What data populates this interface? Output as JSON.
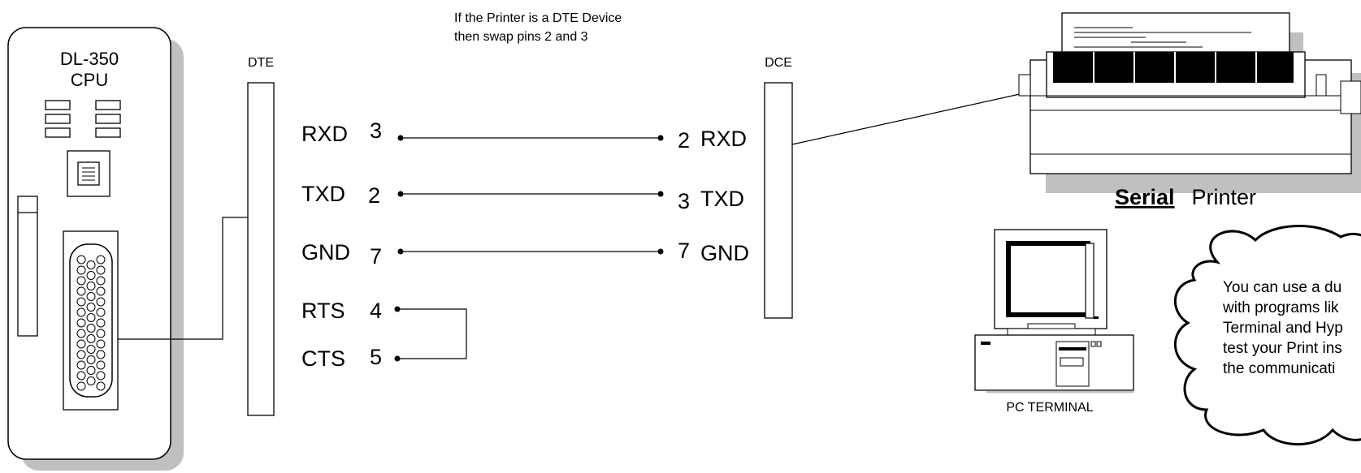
{
  "note": {
    "line1": "If the Printer is a DTE Device",
    "line2": "then swap pins 2 and  3"
  },
  "cpu": {
    "model": "DL-350",
    "label": "CPU"
  },
  "connectors": {
    "left_label": "DTE",
    "right_label": "DCE"
  },
  "left_pins": [
    {
      "name": "RXD",
      "num": "3"
    },
    {
      "name": "TXD",
      "num": "2"
    },
    {
      "name": "GND",
      "num": "7"
    },
    {
      "name": "RTS",
      "num": "4"
    },
    {
      "name": "CTS",
      "num": "5"
    }
  ],
  "right_pins": [
    {
      "num": "2",
      "name": "RXD"
    },
    {
      "num": "3",
      "name": "TXD"
    },
    {
      "num": "7",
      "name": "GND"
    }
  ],
  "printer": {
    "label_bold": "Serial",
    "label_rest": " Printer"
  },
  "terminal": {
    "label": "PC TERMINAL"
  },
  "cloud": {
    "lines": [
      "You can use a du",
      "with programs lik",
      "Terminal and Hyp",
      "test your Print ins",
      "the communicati"
    ]
  }
}
